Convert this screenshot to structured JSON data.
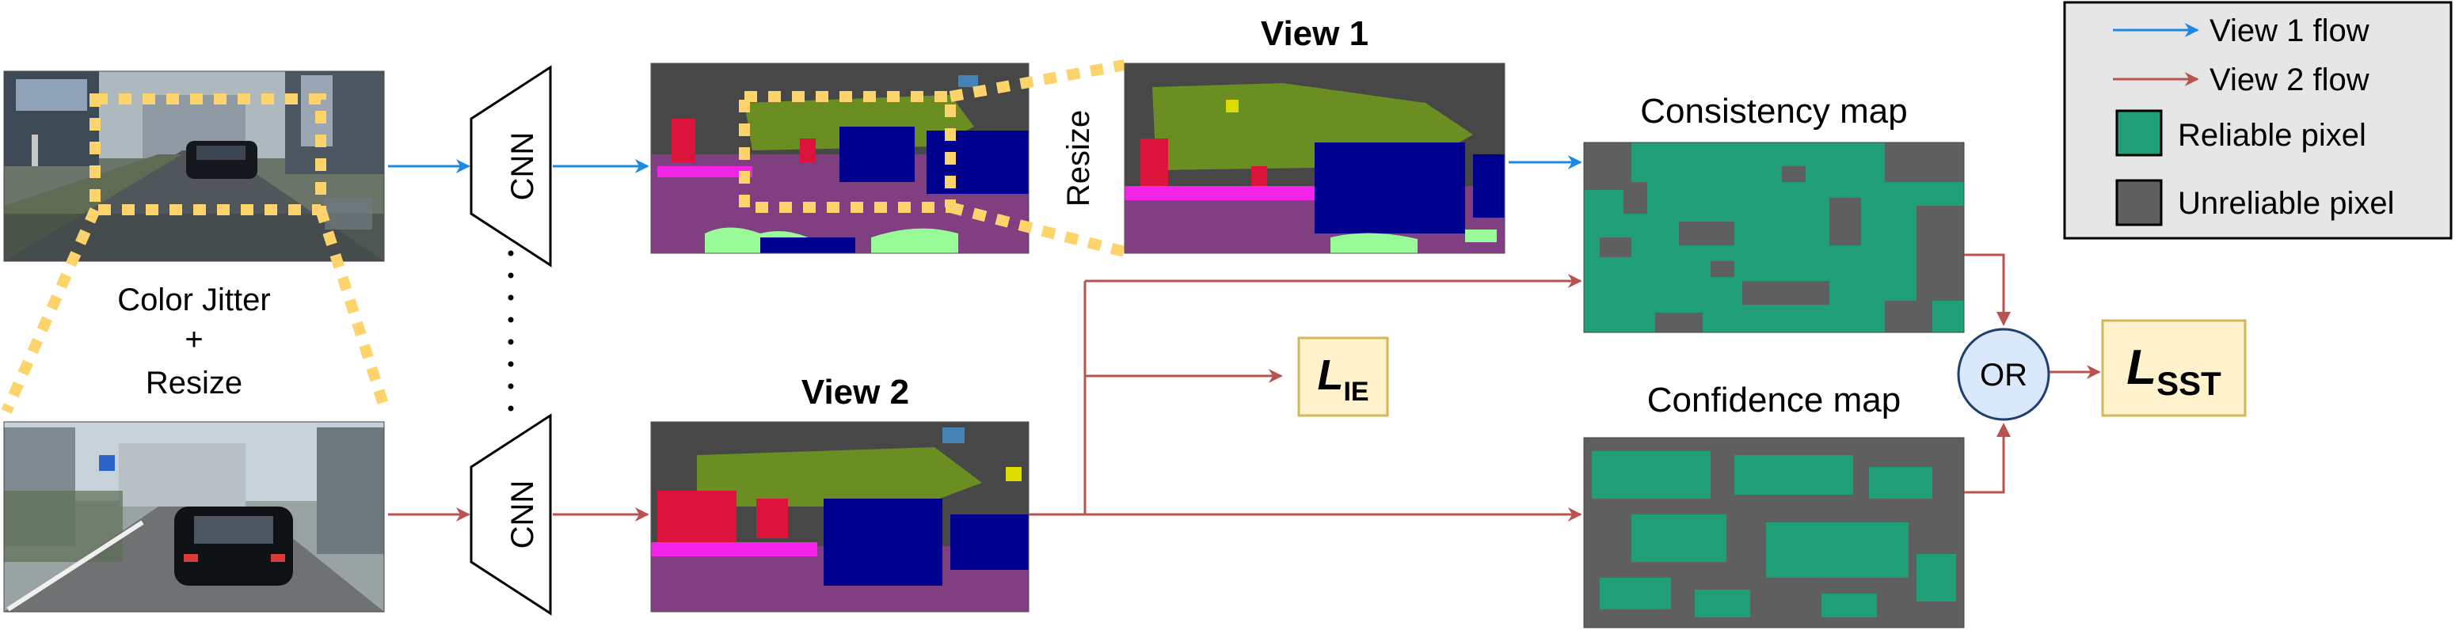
{
  "diagram": {
    "cnn_label": "CNN",
    "augmentation": {
      "line1": "Color Jitter",
      "line2": "+",
      "line3": "Resize"
    },
    "resize_label": "Resize",
    "view1_title": "View 1",
    "view2_title": "View 2",
    "consistency_map_title": "Consistency map",
    "confidence_map_title": "Confidence map",
    "or_label": "OR",
    "loss_ie": {
      "symbol": "L",
      "subscript": "IE"
    },
    "loss_sst": {
      "symbol": "L",
      "subscript": "SST"
    }
  },
  "legend": {
    "view1_flow": "View 1 flow",
    "view2_flow": "View 2 flow",
    "reliable": "Reliable pixel",
    "unreliable": "Unreliable pixel"
  },
  "colors": {
    "view1_flow": "#1e88e5",
    "view2_flow": "#b85450",
    "reliable": "#1f9e78",
    "unreliable": "#5f5f5f",
    "highlight_dash": "#fdd36b",
    "loss_box_fill": "#fff2cc",
    "loss_box_border": "#d6b656",
    "or_fill": "#dae8fc",
    "or_border": "#1f3f6e"
  }
}
